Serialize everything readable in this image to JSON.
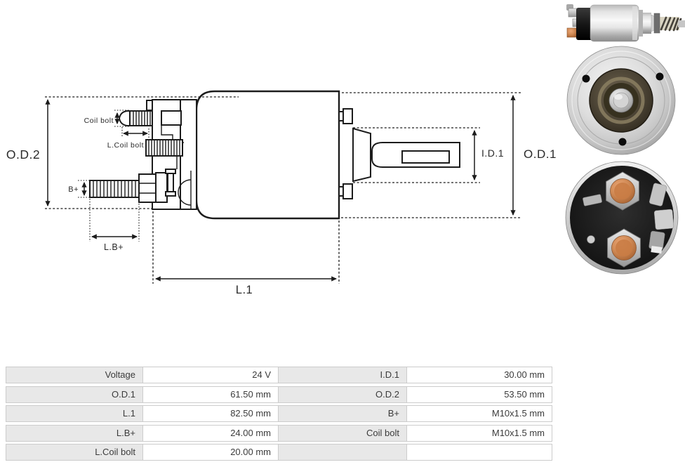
{
  "diagram": {
    "line_color": "#1c1c1c",
    "labels": {
      "od2": "O.D.2",
      "coil_bolt": "Coil bolt",
      "l_coil_bolt": "L.Coil bolt",
      "b_plus": "B+",
      "lb_plus": "L.B+",
      "l1": "L.1",
      "id1": "I.D.1",
      "od1": "O.D.1"
    }
  },
  "photos": [
    {
      "name": "solenoid-side-view"
    },
    {
      "name": "solenoid-front-flange-view"
    },
    {
      "name": "solenoid-rear-terminals-view"
    }
  ],
  "table": {
    "colors": {
      "label_bg": "#e8e8e8",
      "value_bg": "#ffffff",
      "border": "#cccccc"
    },
    "rows": [
      [
        "Voltage",
        "24 V",
        "I.D.1",
        "30.00 mm"
      ],
      [
        "O.D.1",
        "61.50 mm",
        "O.D.2",
        "53.50 mm"
      ],
      [
        "L.1",
        "82.50 mm",
        "B+",
        "M10x1.5 mm"
      ],
      [
        "L.B+",
        "24.00 mm",
        "Coil bolt",
        "M10x1.5 mm"
      ],
      [
        "L.Coil bolt",
        "20.00 mm",
        "",
        ""
      ]
    ]
  }
}
